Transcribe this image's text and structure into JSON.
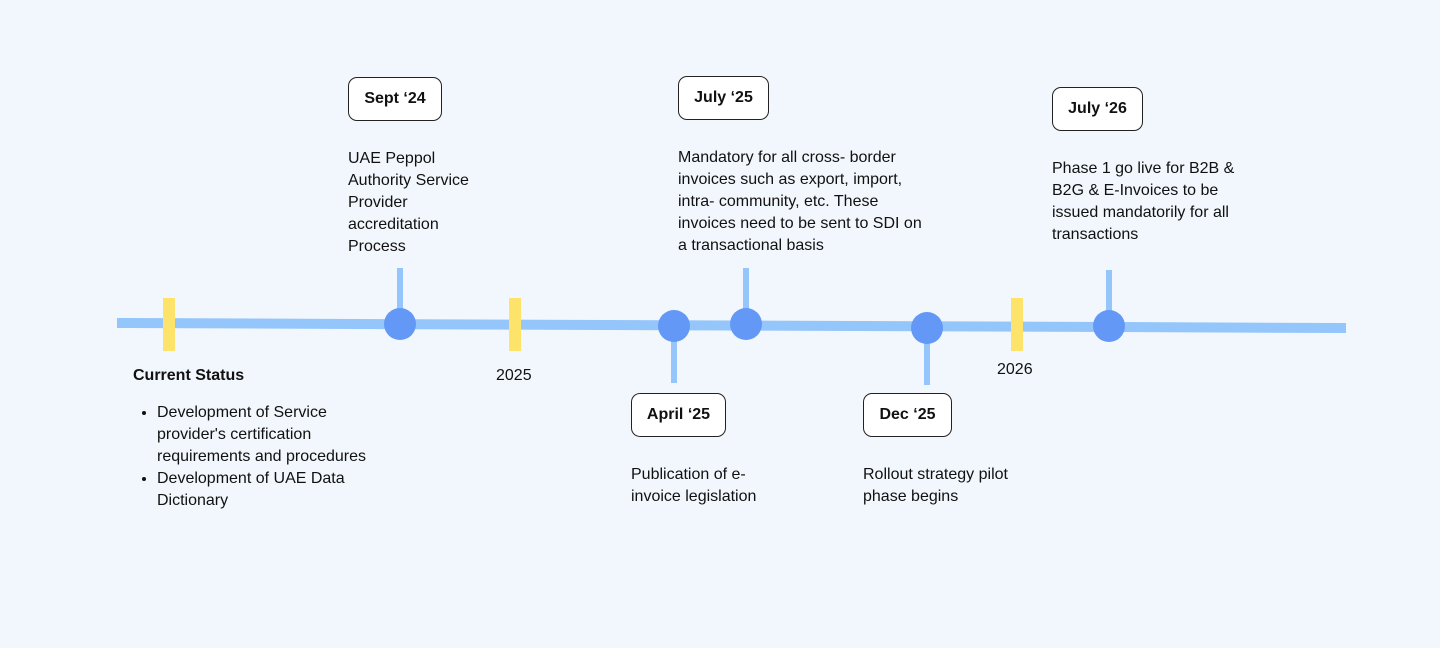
{
  "colors": {
    "background": "#f2f7fd",
    "timeline_line": "#94c5fb",
    "event_node": "#6398f7",
    "year_marker": "#fde36a",
    "badge_border": "#222222"
  },
  "current_status": {
    "title": "Current Status",
    "items": [
      "Development of Service provider's certification requirements and procedures",
      "Development of UAE Data Dictionary"
    ]
  },
  "years": [
    "2025",
    "2026"
  ],
  "events": [
    {
      "date": "Sept ‘24",
      "description": "UAE Peppol Authority Service Provider accreditation Process"
    },
    {
      "date": "April ‘25",
      "description": "Publication of e-invoice legislation"
    },
    {
      "date": "July ‘25",
      "description": "Mandatory for all cross- border invoices such as export, import, intra- community, etc. These invoices need to be sent to SDI on a transactional basis"
    },
    {
      "date": "Dec ‘25",
      "description": "Rollout strategy pilot phase begins"
    },
    {
      "date": "July ‘26",
      "description": "Phase 1 go live for B2B & B2G & E-Invoices to be issued mandatorily for all transactions"
    }
  ]
}
